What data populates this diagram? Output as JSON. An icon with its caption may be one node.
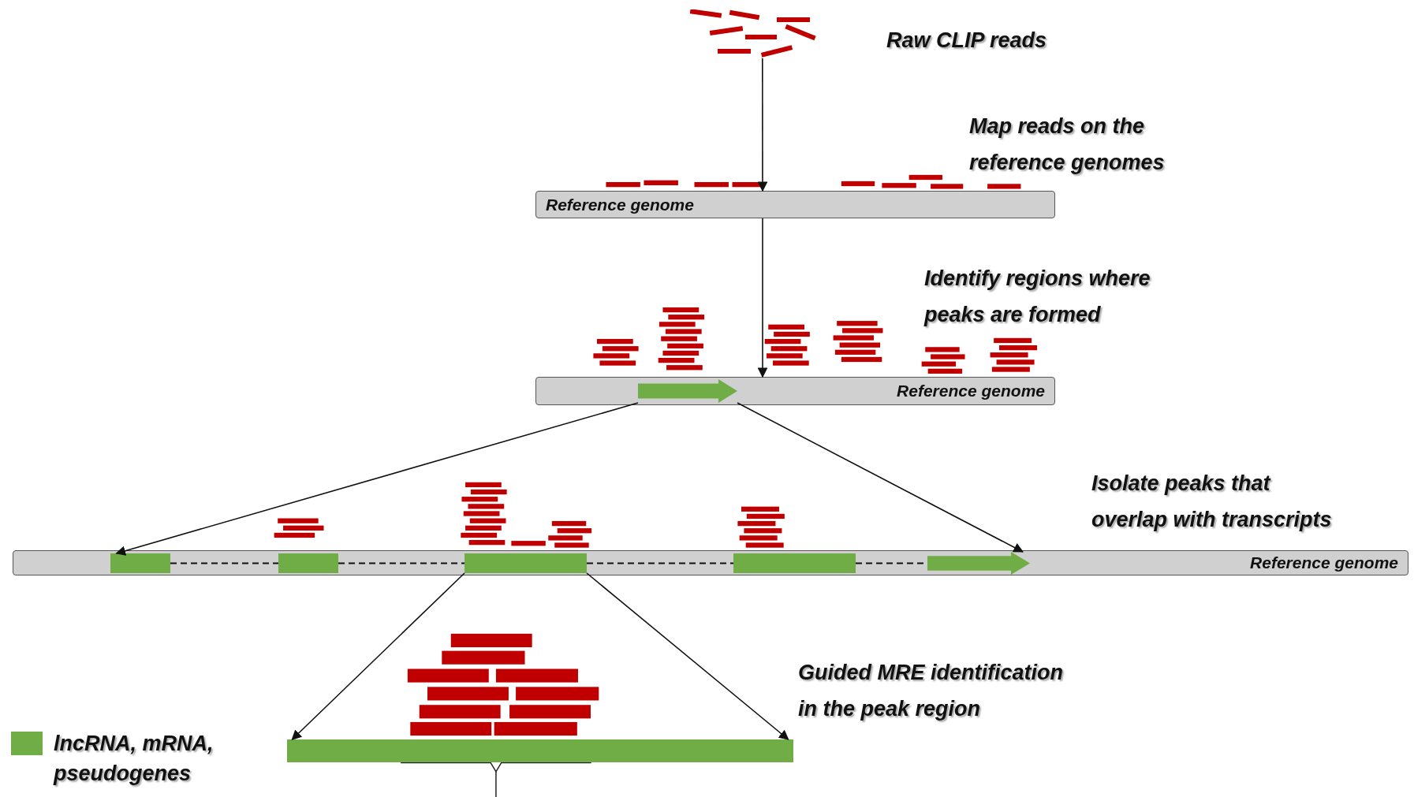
{
  "diagram": {
    "nodes": [
      {
        "text": [],
        "shape": "bar",
        "beside": [
          "Raw CLIP reads"
        ]
      },
      {
        "text": [
          "Reference genome"
        ],
        "beside": [
          "Map reads on the reference genomes"
        ]
      },
      {
        "text": [
          "Reference genome"
        ],
        "beside": [
          "Identify regions where peaks are formed"
        ]
      },
      {
        "text": [],
        "shape": "arrow",
        "in": 2
      },
      {
        "text": [
          "Reference genome"
        ],
        "beside": [
          "Isolate peaks that overlap with transcripts"
        ]
      },
      {
        "text": [],
        "shape": "box",
        "in": 4
      },
      {
        "text": [],
        "shape": "box",
        "in": 4
      },
      {
        "text": [],
        "shape": "box",
        "in": 4
      },
      {
        "text": [],
        "shape": "box",
        "in": 4
      },
      {
        "text": [],
        "shape": "arrow",
        "in": 4
      },
      {
        "text": [],
        "shape": "bar",
        "beside": [
          "Guided MRE identification in the peak region"
        ]
      }
    ],
    "edges": [
      {
        "from": 0,
        "to": 1,
        "arrow": "to"
      },
      {
        "from": 1,
        "to": 2,
        "arrow": "to"
      },
      {
        "from": 3,
        "to": 5,
        "arrow": "to"
      },
      {
        "from": 3,
        "to": 9,
        "arrow": "to"
      },
      {
        "from": 7,
        "to": 10,
        "arrow": "to"
      },
      {
        "from": 7,
        "to": 10,
        "arrow": "to"
      },
      {
        "from": 5,
        "to": 6,
        "arrow": "none",
        "style": "dashed"
      },
      {
        "from": 6,
        "to": 7,
        "arrow": "none",
        "style": "dashed"
      },
      {
        "from": 7,
        "to": 8,
        "arrow": "none",
        "style": "dashed"
      },
      {
        "from": 8,
        "to": 9,
        "arrow": "none",
        "style": "dashed"
      }
    ],
    "legend": [
      {
        "text": "lncRNA, mRNA, pseudogenes",
        "color": "#70ad47"
      }
    ]
  }
}
